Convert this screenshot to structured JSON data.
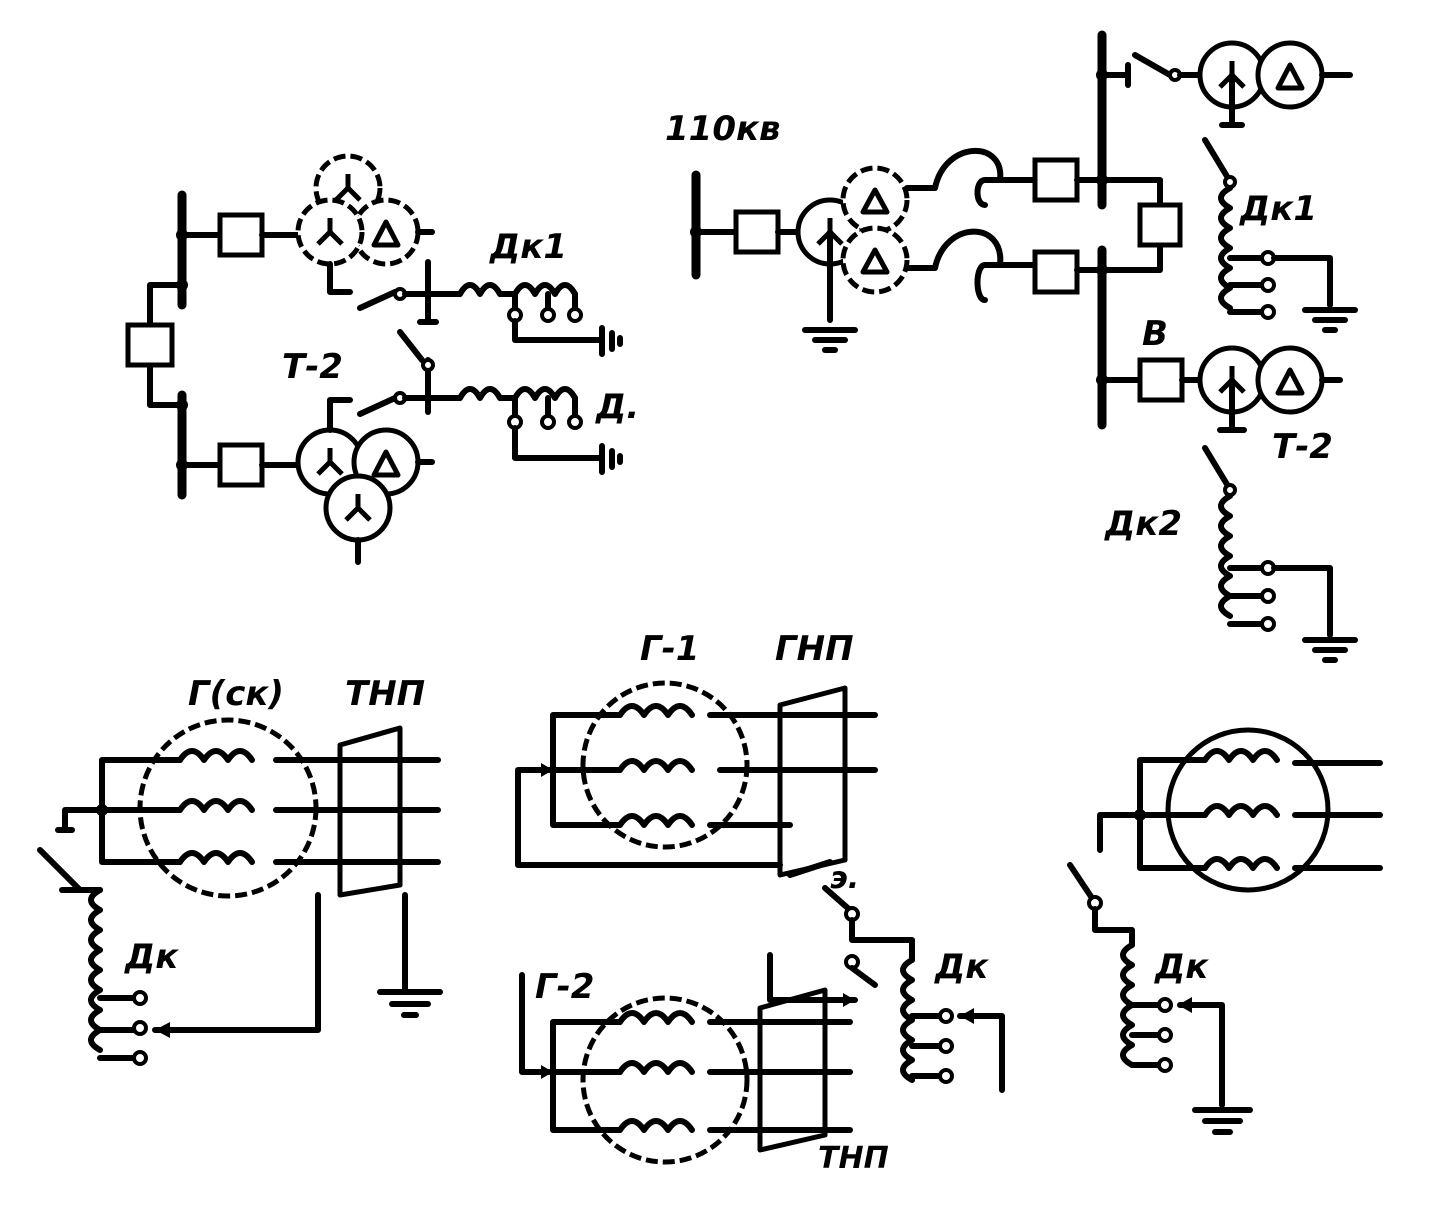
{
  "labels": {
    "top_left": {
      "arc_coil_1": "Дк1",
      "transformer_2": "Т-2",
      "arc_coil_2": "Д."
    },
    "top_right": {
      "voltage": "110кв",
      "arc_coil_1": "Дк1",
      "breaker": "В",
      "transformer_2": "Т-2",
      "arc_coil_2": "Дк2"
    },
    "bottom_left": {
      "generator": "Г(ск)",
      "neutral_transformer": "ТНП",
      "arc_coil": "Дк"
    },
    "bottom_middle": {
      "generator_1": "Г-1",
      "generator_neutral": "ГНП",
      "generator_2": "Г-2",
      "neutral_transformer": "ТНП",
      "arc_coil": "Дк"
    },
    "bottom_right": {
      "arc_coil": "Дк"
    }
  },
  "symbols": {
    "winding_wye": "Y",
    "winding_delta": "Δ"
  }
}
